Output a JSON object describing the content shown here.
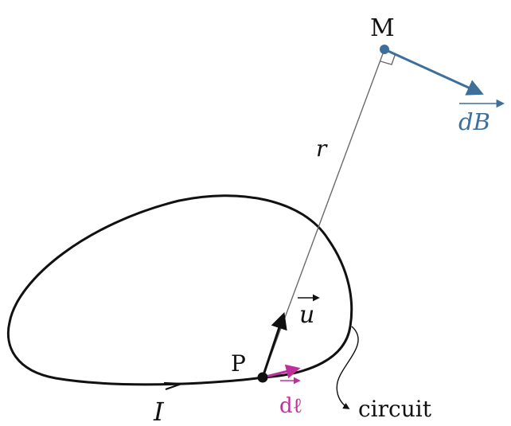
{
  "labels": {
    "point_m": "M",
    "point_p": "P",
    "vector_db": "dB",
    "vector_dl": "dℓ",
    "vector_u": "u",
    "distance": "r",
    "current": "I",
    "circuit": "circuit"
  },
  "colors": {
    "db_vector": "#3d6f9a",
    "dl_vector": "#c0309c",
    "ink": "#111111",
    "line": "#6a6a6a"
  }
}
